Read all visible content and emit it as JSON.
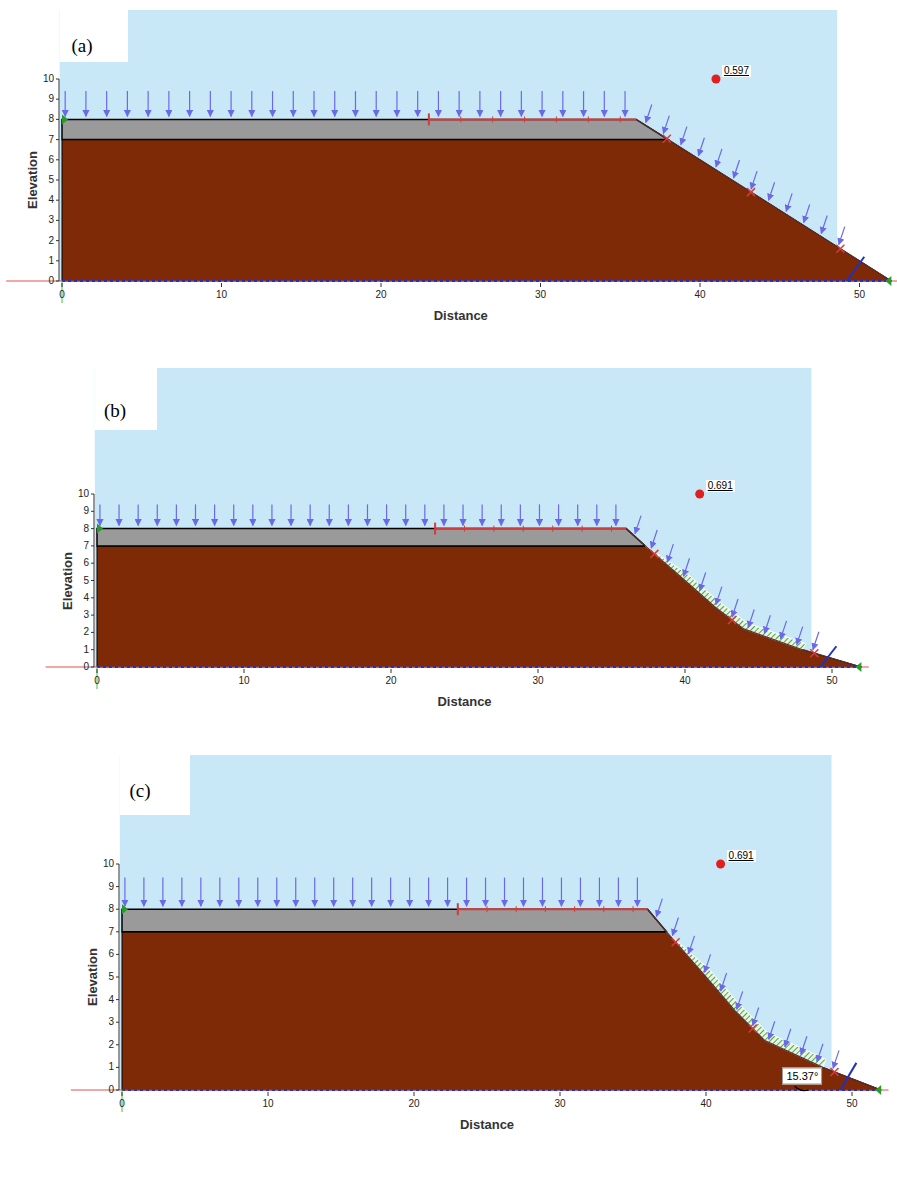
{
  "diagram": {
    "labels": [
      "(a)",
      "0",
      "1",
      "2",
      "3",
      "4",
      "5",
      "6",
      "7",
      "8",
      "9",
      "10",
      "0",
      "10",
      "20",
      "30",
      "40",
      "50",
      "Elevation",
      "Distance",
      "0.597",
      "(b)",
      "0",
      "1",
      "2",
      "3",
      "4",
      "5",
      "6",
      "7",
      "8",
      "9",
      "10",
      "0",
      "10",
      "20",
      "30",
      "40",
      "50",
      "Elevation",
      "Distance",
      "0.691",
      "(c)",
      "0",
      "1",
      "2",
      "3",
      "4",
      "5",
      "6",
      "7",
      "8",
      "9",
      "10",
      "0",
      "10",
      "20",
      "30",
      "40",
      "50",
      "Elevation",
      "Distance",
      "0.691",
      "15.37°"
    ]
  }
}
